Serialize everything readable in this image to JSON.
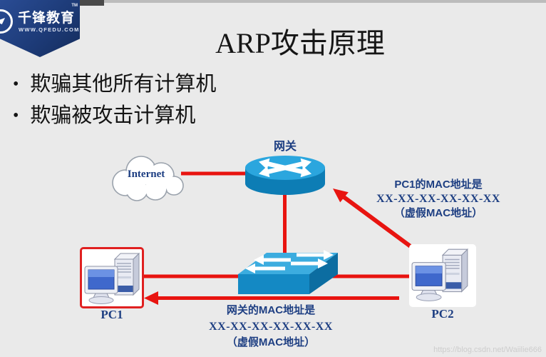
{
  "logo": {
    "brand": "千锋教育",
    "trademark": "TM",
    "website": "WWW.QFEDU.COM"
  },
  "slide": {
    "title": "ARP攻击原理",
    "bullets": [
      "欺骗其他所有计算机",
      "欺骗被攻击计算机"
    ]
  },
  "diagram": {
    "internet": {
      "label": "Internet"
    },
    "gateway": {
      "label": "网关"
    },
    "pc1": {
      "label": "PC1"
    },
    "pc2": {
      "label": "PC2"
    },
    "annotation_pc1mac": {
      "line1": "PC1的MAC地址是",
      "line2": "XX-XX-XX-XX-XX-XX",
      "line3": "（虚假MAC地址）"
    },
    "annotation_gwmac": {
      "line1": "网关的MAC地址是",
      "line2": "XX-XX-XX-XX-XX-XX",
      "line3": "（虚假MAC地址）"
    }
  },
  "watermark": {
    "text": "https://blog.csdn.net/Waiilie666"
  },
  "colors": {
    "accent_red": "#e81410",
    "text_blue": "#1d3e82",
    "device_blue_top": "#2ba6de",
    "device_blue_side": "#0d7db5",
    "badge_navy": "#1d3b78",
    "background": "#eaeaea"
  }
}
